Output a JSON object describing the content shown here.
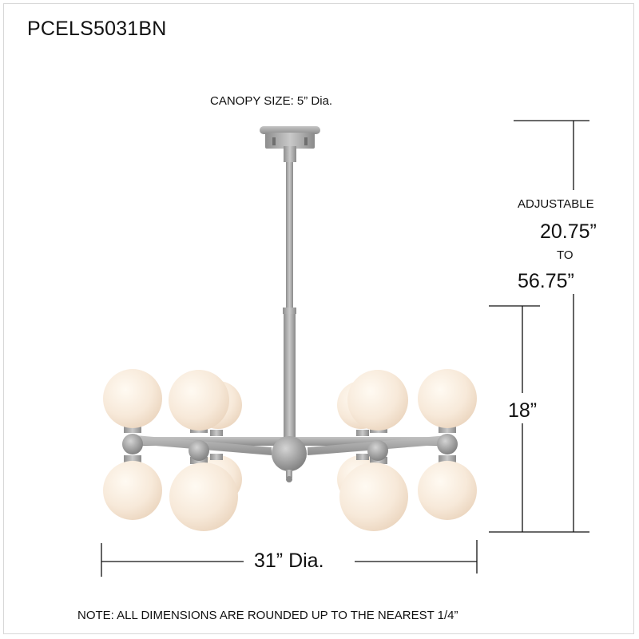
{
  "model_number": "PCELS5031BN",
  "canopy_size": "CANOPY SIZE:  5” Dia.",
  "height_adjustable": {
    "label": "ADJUSTABLE",
    "min": "20.75”",
    "to": "TO",
    "max": "56.75”"
  },
  "fixture_height": "18”",
  "fixture_diameter": "31” Dia.",
  "note": "NOTE: ALL DIMENSIONS ARE ROUNDED UP TO THE NEAREST 1/4”",
  "colors": {
    "brushed_nickel": "#a3a3a3",
    "globe_opal": "#f6e6d4",
    "dimension_line": "#111111"
  }
}
